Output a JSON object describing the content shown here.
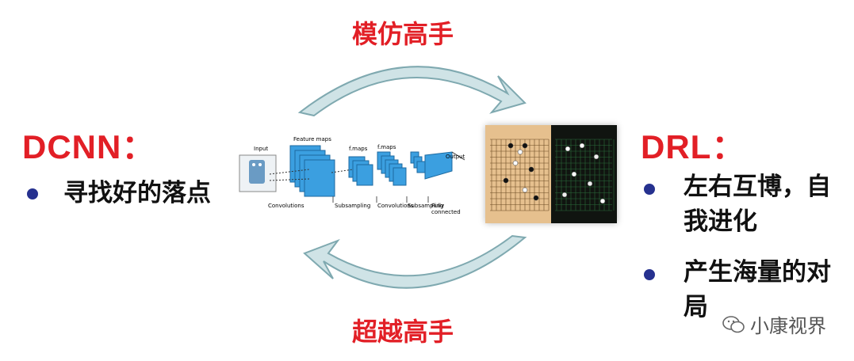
{
  "top_arrow_label": "模仿高手",
  "bottom_arrow_label": "超越高手",
  "left": {
    "heading": "DCNN：",
    "bullets": [
      "寻找好的落点"
    ]
  },
  "right": {
    "heading": "DRL：",
    "bullets": [
      "左右互博，自我进化",
      "产生海量的对局"
    ]
  },
  "cnn_figure": {
    "input_label": "Input",
    "feature_maps_label": "Feature maps",
    "fmaps_label_1": "f.maps",
    "fmaps_label_2": "f.maps",
    "output_label": "Output",
    "stage_labels": [
      "Convolutions",
      "Subsampling",
      "Convolutions",
      "Subsampling",
      "Fully connected"
    ]
  },
  "watermark": "小康视界",
  "colors": {
    "label_red": "#e21f26",
    "bullet_blue": "#26318f",
    "arrow_fill": "#cfe3e6",
    "arrow_stroke": "#7fa9b0",
    "cnn_blue": "#3b9fe0"
  }
}
